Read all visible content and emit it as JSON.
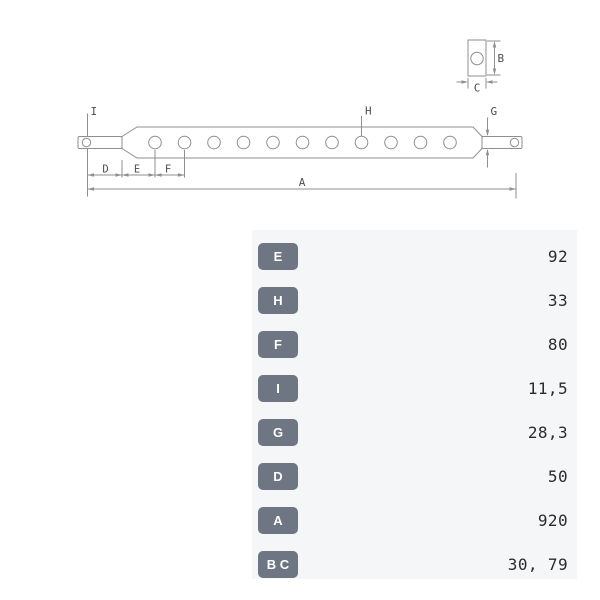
{
  "colors": {
    "line-color": "#8f8f8f",
    "label-color": "#4d4d4d",
    "panel-bg": "#f5f6f7",
    "badge-bg": "#6e7583",
    "badge-fg": "#ffffff",
    "value-color": "#2b2b2b",
    "page-bg": "#ffffff"
  },
  "diagram": {
    "description": "Technical drawing of a tractor linkage drawbar: side view with 11 holes, narrow end tangs with one hole each, plus end cross-section view",
    "hole_count_main": 11,
    "labels": {
      "A": "A",
      "B": "B",
      "C": "C",
      "D": "D",
      "E": "E",
      "F": "F",
      "G": "G",
      "H": "H",
      "I": "I"
    }
  },
  "table": {
    "rows": [
      {
        "label": "E",
        "value": "92"
      },
      {
        "label": "H",
        "value": "33"
      },
      {
        "label": "F",
        "value": "80"
      },
      {
        "label": "I",
        "value": "11,5"
      },
      {
        "label": "G",
        "value": "28,3"
      },
      {
        "label": "D",
        "value": "50"
      },
      {
        "label": "A",
        "value": "920"
      },
      {
        "label": "B C",
        "value": "30, 79"
      }
    ]
  }
}
